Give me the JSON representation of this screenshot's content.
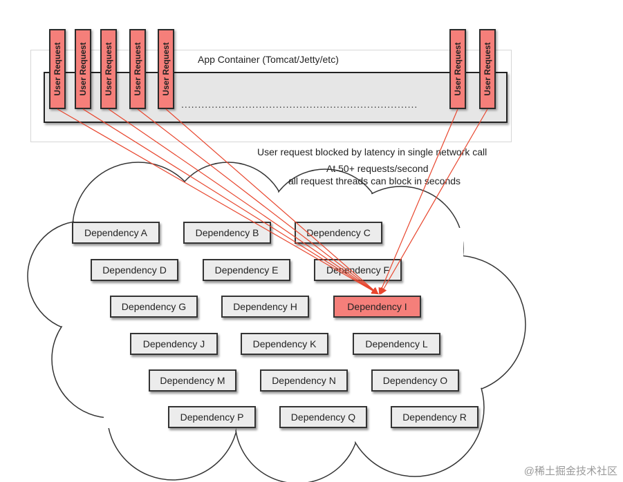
{
  "container": {
    "title": "App Container (Tomcat/Jetty/etc)",
    "ellipsis": "......................................................................"
  },
  "requests": [
    {
      "label": "User Request"
    },
    {
      "label": "User Request"
    },
    {
      "label": "User Request"
    },
    {
      "label": "User Request"
    },
    {
      "label": "User Request"
    },
    {
      "label": "User Request"
    },
    {
      "label": "User Request"
    }
  ],
  "annotations": {
    "blocked": "User request blocked by latency in single network call",
    "rate_line1": "At 50+ requests/second",
    "rate_line2": "all request threads can block in seconds"
  },
  "dependencies": [
    {
      "label": "Dependency A"
    },
    {
      "label": "Dependency B"
    },
    {
      "label": "Dependency C"
    },
    {
      "label": "Dependency D"
    },
    {
      "label": "Dependency E"
    },
    {
      "label": "Dependency F"
    },
    {
      "label": "Dependency G"
    },
    {
      "label": "Dependency H"
    },
    {
      "label": "Dependency I"
    },
    {
      "label": "Dependency J"
    },
    {
      "label": "Dependency K"
    },
    {
      "label": "Dependency L"
    },
    {
      "label": "Dependency M"
    },
    {
      "label": "Dependency N"
    },
    {
      "label": "Dependency O"
    },
    {
      "label": "Dependency P"
    },
    {
      "label": "Dependency Q"
    },
    {
      "label": "Dependency R"
    }
  ],
  "colors": {
    "highlight": "#f57f7a",
    "arrow": "#e8462e",
    "box": "#ececec"
  },
  "watermark": "@稀土掘金技术社区"
}
